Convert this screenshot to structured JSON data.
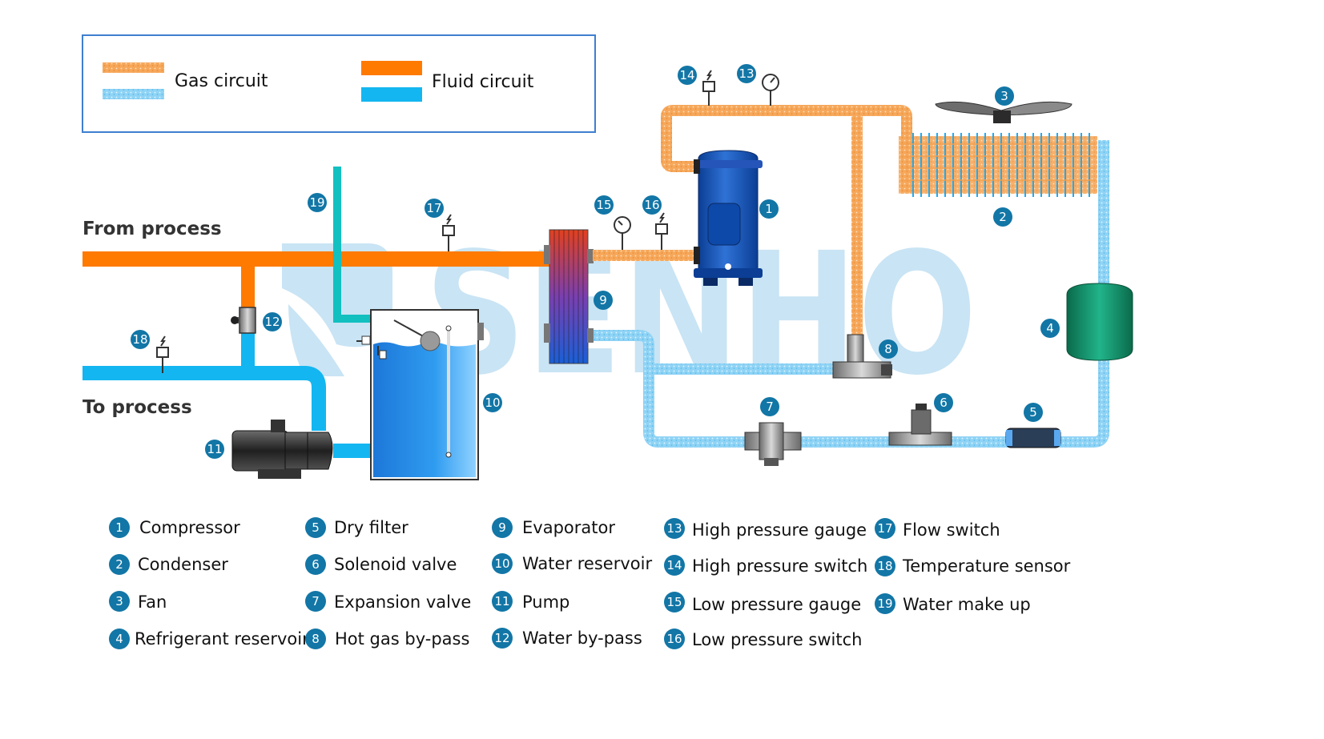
{
  "legend": {
    "gas_label": "Gas circuit",
    "fluid_label": "Fluid circuit"
  },
  "labels": {
    "from_process": "From process",
    "to_process": "To process",
    "watermark": "SENHO"
  },
  "components": [
    {
      "num": "1",
      "name": "Compressor"
    },
    {
      "num": "2",
      "name": "Condenser"
    },
    {
      "num": "3",
      "name": "Fan"
    },
    {
      "num": "4",
      "name": "Refrigerant reservoir"
    },
    {
      "num": "5",
      "name": "Dry filter"
    },
    {
      "num": "6",
      "name": "Solenoid valve"
    },
    {
      "num": "7",
      "name": "Expansion valve"
    },
    {
      "num": "8",
      "name": "Hot gas by-pass"
    },
    {
      "num": "9",
      "name": "Evaporator"
    },
    {
      "num": "10",
      "name": "Water reservoir"
    },
    {
      "num": "11",
      "name": "Pump"
    },
    {
      "num": "12",
      "name": "Water  by-pass"
    },
    {
      "num": "13",
      "name": "High pressure gauge"
    },
    {
      "num": "14",
      "name": "High pressure switch"
    },
    {
      "num": "15",
      "name": "Low pressure gauge"
    },
    {
      "num": "16",
      "name": "Low pressure switch"
    },
    {
      "num": "17",
      "name": "Flow switch"
    },
    {
      "num": "18",
      "name": "Temperature sensor"
    },
    {
      "num": "19",
      "name": "Water make up"
    }
  ],
  "colors": {
    "gas_orange": "#f6a75a",
    "fluid_orange": "#ff7a00",
    "gas_blue": "#8fd3f5",
    "fluid_blue": "#13b6f0",
    "badge": "#1276a6",
    "watermark": "#c9e4f4"
  }
}
